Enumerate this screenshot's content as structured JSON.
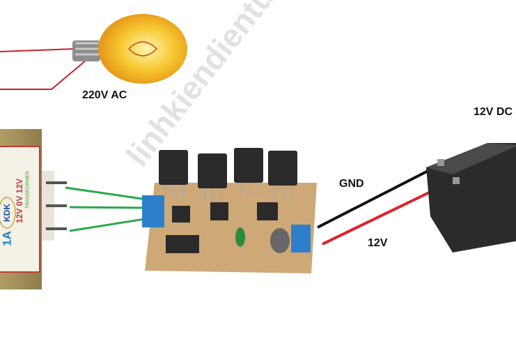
{
  "labels": {
    "ac_output": "220V AC",
    "dc_input": "12V DC",
    "gnd": "GND",
    "positive": "12V"
  },
  "transformer": {
    "brand": "KDK",
    "type": "TRANSFORMER",
    "rating": "1A",
    "taps": "12V 0V 12V"
  },
  "watermark": "linhkiendientu.vn",
  "colors": {
    "ac_wire": "#c8202a",
    "transformer_wire": "#2aa84a",
    "gnd_wire": "#111111",
    "positive_wire": "#e0202a",
    "bulb": "#f5b41a"
  }
}
